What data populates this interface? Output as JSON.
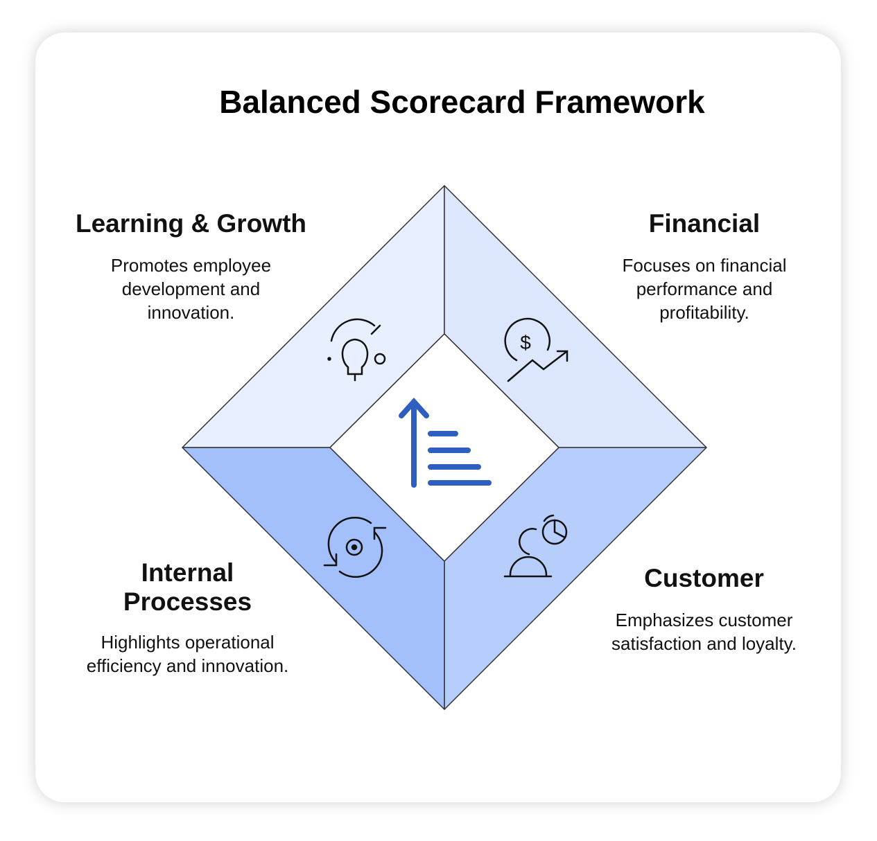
{
  "title": "Balanced Scorecard Framework",
  "quadrants": [
    {
      "id": "learning",
      "heading": "Learning & Growth",
      "description": "Promotes employee development and innovation.",
      "icon": "lightbulb-icon",
      "color": "#e8effe"
    },
    {
      "id": "financial",
      "heading": "Financial",
      "description": "Focuses on financial performance and profitability.",
      "icon": "dollar-growth-icon",
      "color": "#dce6fd"
    },
    {
      "id": "internal",
      "heading": "Internal Processes",
      "description": "Highlights operational efficiency and innovation.",
      "icon": "gear-cycle-icon",
      "color": "#a3bffc"
    },
    {
      "id": "customer",
      "heading": "Customer",
      "description": "Emphasizes customer satisfaction and loyalty.",
      "icon": "customer-chart-icon",
      "color": "#b7cdfb"
    }
  ],
  "center_icon": "ranking-arrow-icon",
  "accent": "#2d5ec0"
}
